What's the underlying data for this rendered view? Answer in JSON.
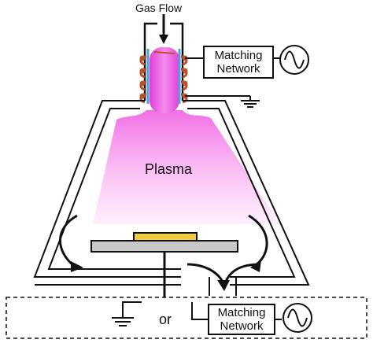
{
  "labels": {
    "gas_flow": "Gas Flow",
    "plasma": "Plasma",
    "or": "or"
  },
  "top_network": {
    "line1": "Matching",
    "line2": "Network"
  },
  "bottom_network": {
    "line1": "Matching",
    "line2": "Network"
  },
  "colors": {
    "plasma": "#f06ee6",
    "coil": "#b5552b",
    "tube_wall": "#4aa3df",
    "substrate": "#f2cc3c",
    "stage": "#c8c8c8",
    "outline": "#111111"
  },
  "icons": [
    "ground-icon",
    "ac-source-icon",
    "capacitor-icon"
  ]
}
